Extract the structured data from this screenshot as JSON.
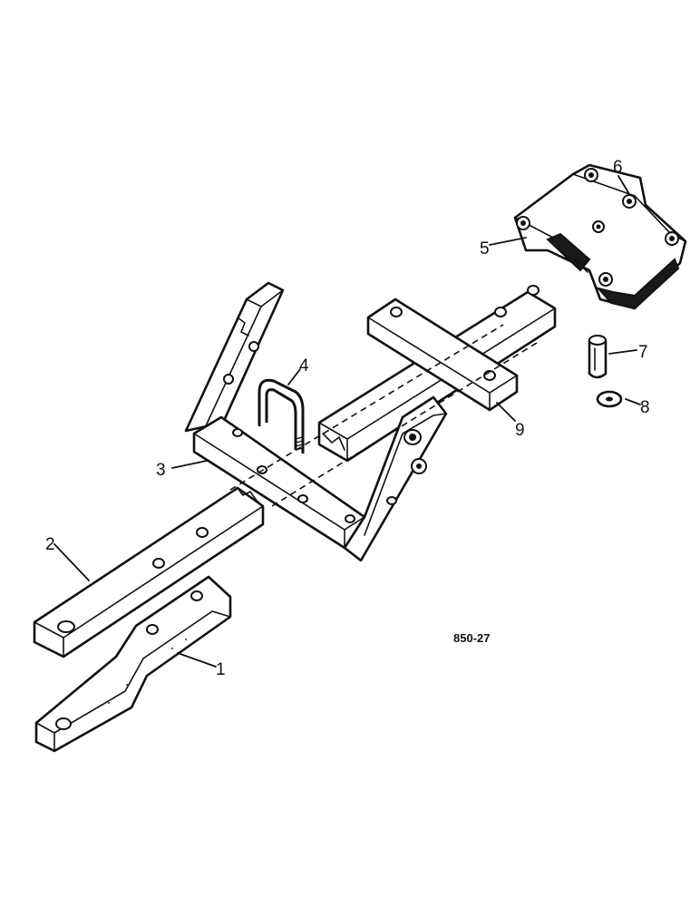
{
  "callouts": {
    "c1": "1",
    "c2": "2",
    "c3": "3",
    "c4": "4",
    "c5": "5",
    "c6": "6",
    "c7": "7",
    "c8": "8",
    "c9": "9"
  },
  "figure_code": "850-27"
}
